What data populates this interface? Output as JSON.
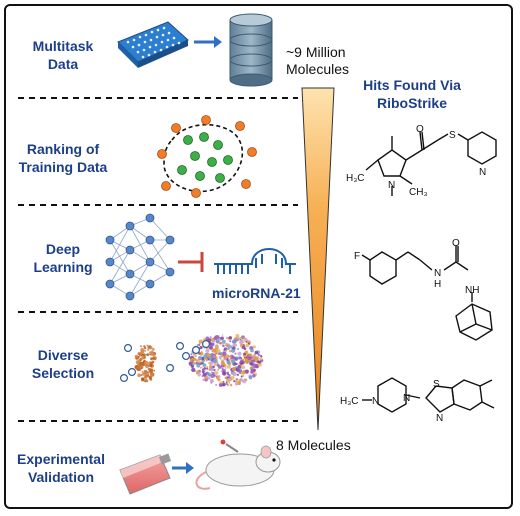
{
  "stages": [
    {
      "line1": "Multitask",
      "line2": "Data"
    },
    {
      "line1": "Ranking of",
      "line2": "Training Data"
    },
    {
      "line1": "Deep",
      "line2": "Learning"
    },
    {
      "line1": "Diverse",
      "line2": "Selection"
    },
    {
      "line1": "Experimental",
      "line2": "Validation"
    }
  ],
  "funnel": {
    "top_label_line1": "~9 Million",
    "top_label_line2": "Molecules",
    "bottom_label": "8 Molecules"
  },
  "target_label": "microRNA-21",
  "hits": {
    "title_line1": "Hits Found Via",
    "title_line2": "RiboStrike"
  },
  "molecule_labels": {
    "m1_me_a": "H₃C",
    "m1_me_b": "CH₃",
    "m1_n": "N",
    "m1_o": "O",
    "m1_s": "S",
    "m1_py_n": "N",
    "m2_f": "F",
    "m2_nh1": "N",
    "m2_h1": "H",
    "m2_o": "O",
    "m2_nh2": "NH",
    "m3_me": "H₃C",
    "m3_n1": "N",
    "m3_n2": "N",
    "m3_s": "S",
    "m3_n3": "N"
  },
  "colors": {
    "label_blue": "#1d3f88",
    "arrow_blue": "#2f6fc4",
    "inhibit_red": "#c9473f",
    "rna_blue": "#1e5fa8",
    "funnel_orange": "#f39a2e"
  }
}
